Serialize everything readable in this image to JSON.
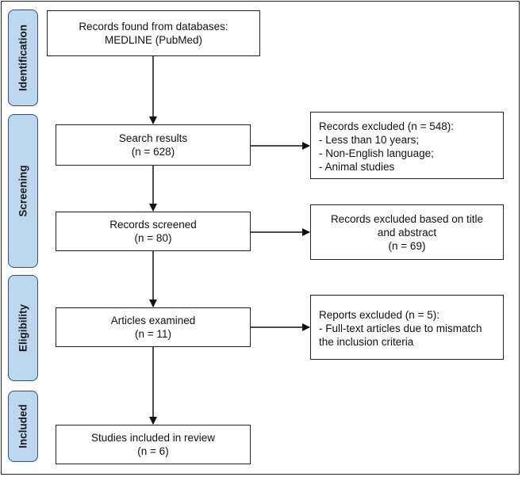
{
  "phases": [
    {
      "label": "Identification"
    },
    {
      "label": "Screening"
    },
    {
      "label": "Eligibility"
    },
    {
      "label": "Included"
    }
  ],
  "main_boxes": [
    {
      "lines": [
        "Records found from databases:",
        "MEDLINE (PubMed)"
      ]
    },
    {
      "lines": [
        "Search results",
        "(n = 628)"
      ]
    },
    {
      "lines": [
        "Records screened",
        "(n = 80)"
      ]
    },
    {
      "lines": [
        "Articles examined",
        "(n = 11)"
      ]
    },
    {
      "lines": [
        "Studies included in review",
        "(n = 6)"
      ]
    }
  ],
  "side_boxes": [
    {
      "lines": [
        "Records excluded (n = 548):",
        "- Less than 10 years;",
        "- Non-English language;",
        "- Animal studies"
      ]
    },
    {
      "lines": [
        "Records excluded based on title",
        "and abstract",
        "(n = 69)"
      ]
    },
    {
      "lines": [
        "Reports excluded (n = 5):",
        "- Full-text articles due to mismatch",
        "the inclusion criteria"
      ]
    }
  ],
  "colors": {
    "phase_fill": "#bcd7ee",
    "phase_border": "#2f4f73",
    "stroke": "#222222"
  }
}
